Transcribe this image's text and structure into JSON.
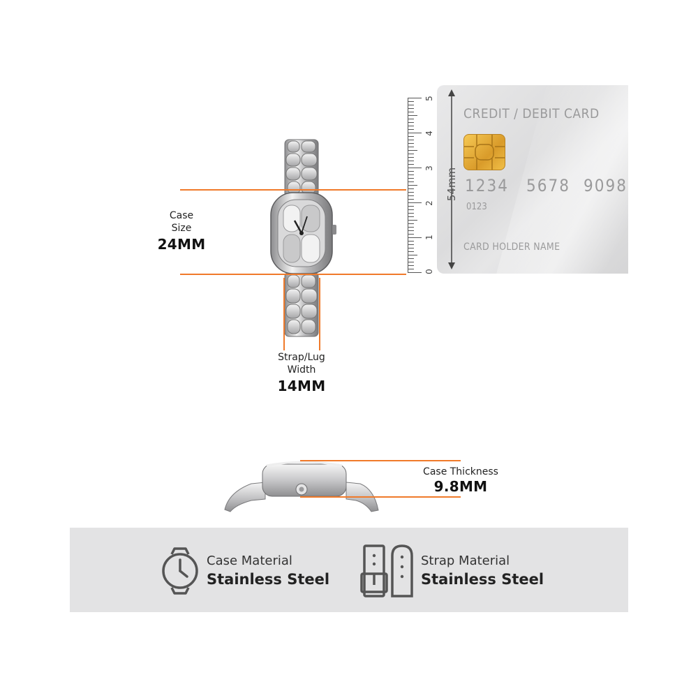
{
  "case_size": {
    "label_line1": "Case",
    "label_line2": "Size",
    "value": "24MM"
  },
  "strap_width": {
    "label_line1": "Strap/Lug",
    "label_line2": "Width",
    "value": "14MM"
  },
  "case_thickness": {
    "label": "Case Thickness",
    "value": "9.8MM"
  },
  "card": {
    "title": "CREDIT / DEBIT CARD",
    "number_groups": [
      "1234",
      "5678",
      "9098"
    ],
    "small_number": "0123",
    "holder_name": "CARD HOLDER NAME",
    "height_label": "54mm"
  },
  "ruler": {
    "labels": [
      "0",
      "1",
      "2",
      "3",
      "4",
      "5"
    ]
  },
  "materials": {
    "case": {
      "title": "Case Material",
      "value": "Stainless Steel",
      "icon": "watch-icon"
    },
    "strap": {
      "title": "Strap Material",
      "value": "Stainless Steel",
      "icon": "strap-icon"
    }
  },
  "colors": {
    "accent": "#f07a2a",
    "band": "#e3e3e4",
    "icon": "#555555"
  }
}
